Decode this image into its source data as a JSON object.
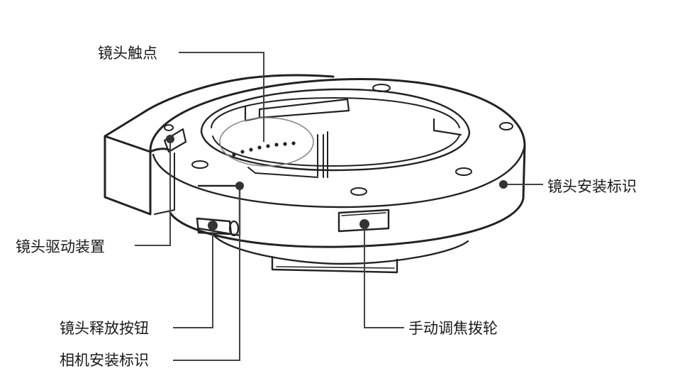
{
  "labels": {
    "lens_contacts": "镜头触点",
    "lens_drive": "镜头驱动装置",
    "lens_release_button": "镜头释放按钮",
    "camera_mount_index": "相机安装标识",
    "lens_mount_index": "镜头安装标识",
    "manual_focus_wheel": "手动调焦拨轮"
  },
  "colors": {
    "line": "#222222",
    "leader": "#444444",
    "highlight": "#888888",
    "dot": "#333333"
  }
}
